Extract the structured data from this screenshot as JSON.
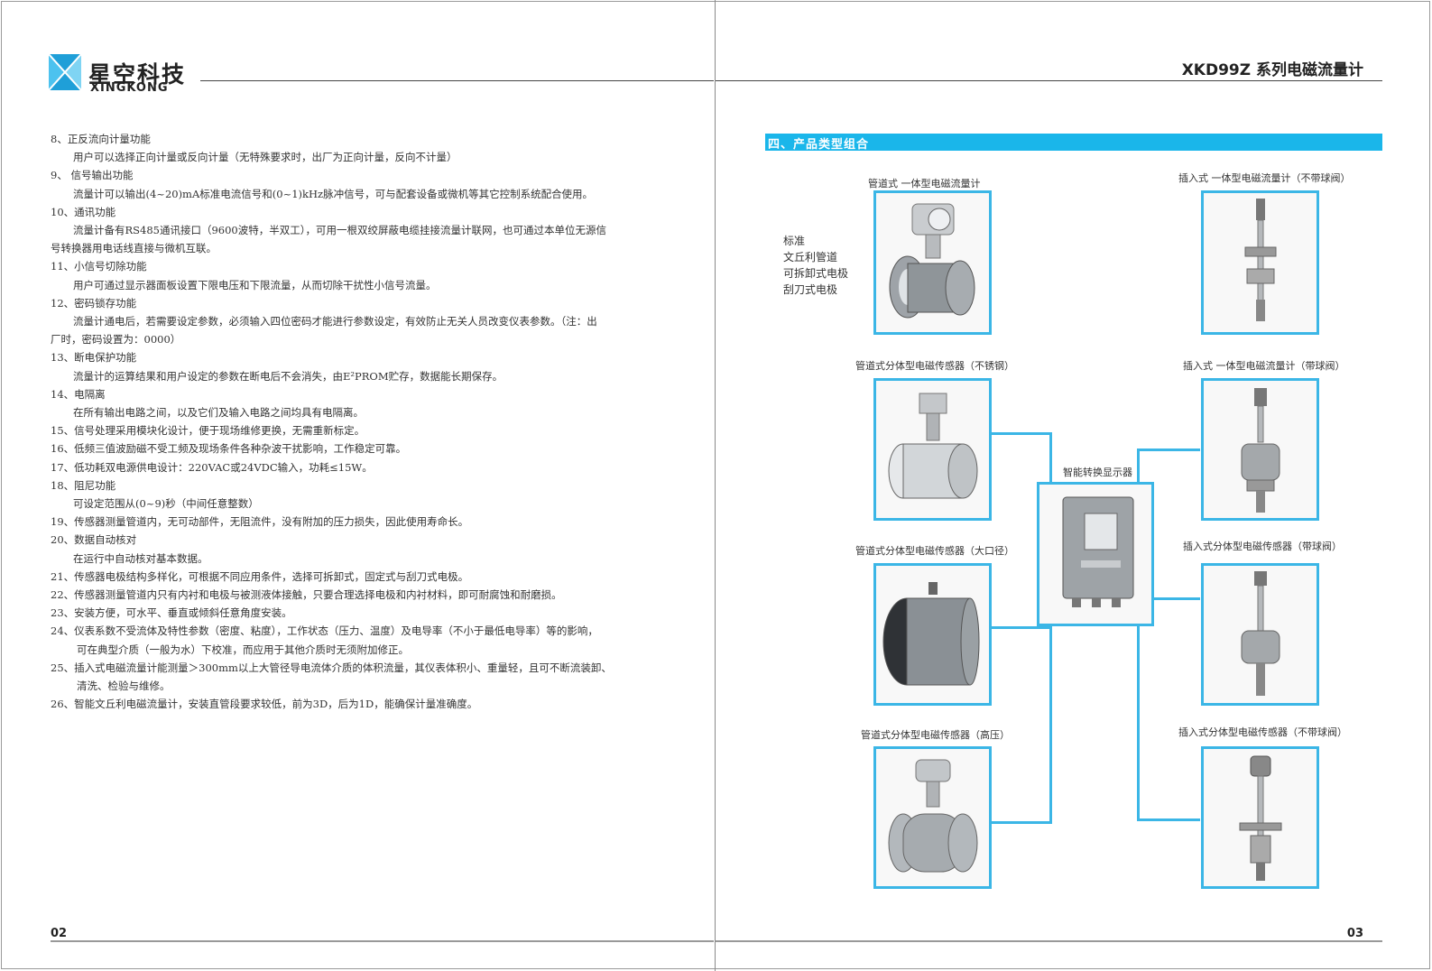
{
  "header": {
    "brand_cn": "星空科技",
    "brand_en": "XINGKONG",
    "product_title": "XKD99Z 系列电磁流量计"
  },
  "left_page": {
    "lines": [
      {
        "text": "8、正反流向计量功能",
        "indent": false
      },
      {
        "text": "用户可以选择正向计量或反向计量（无特殊要求时，出厂为正向计量，反向不计量）",
        "indent": true
      },
      {
        "text": "9、  信号输出功能",
        "indent": false
      },
      {
        "text": "流量计可以输出(4~20)mA标准电流信号和(0~1)kHz脉冲信号，可与配套设备或微机等其它控制系统配合使用。",
        "indent": true
      },
      {
        "text": "10、通讯功能",
        "indent": false
      },
      {
        "text": "流量计备有RS485通讯接口（9600波特，半双工），可用一根双绞屏蔽电缆挂接流量计联网，也可通过本单位无源信",
        "indent": true
      },
      {
        "text": "号转换器用电话线直接与微机互联。",
        "indent": false
      },
      {
        "text": "11、小信号切除功能",
        "indent": false
      },
      {
        "text": "用户可通过显示器面板设置下限电压和下限流量，从而切除干扰性小信号流量。",
        "indent": true
      },
      {
        "text": "12、密码锁存功能",
        "indent": false
      },
      {
        "text": "流量计通电后，若需要设定参数，必须输入四位密码才能进行参数设定，有效防止无关人员改变仪表参数。（注：出",
        "indent": true
      },
      {
        "text": "厂时，密码设置为：0000）",
        "indent": false
      },
      {
        "text": "13、断电保护功能",
        "indent": false
      },
      {
        "text": "流量计的运算结果和用户设定的参数在断电后不会消失，由E²PROM贮存，数据能长期保存。",
        "indent": true
      },
      {
        "text": "14、电隔离",
        "indent": false
      },
      {
        "text": "在所有输出电路之间，以及它们及输入电路之间均具有电隔离。",
        "indent": true
      },
      {
        "text": "15、信号处理采用模块化设计，便于现场维修更换，无需重新标定。",
        "indent": false
      },
      {
        "text": "16、低频三值波励磁不受工频及现场条件各种杂波干扰影响，工作稳定可靠。",
        "indent": false
      },
      {
        "text": "17、低功耗双电源供电设计：220VAC或24VDC输入，功耗≤15W。",
        "indent": false
      },
      {
        "text": "18、阻尼功能",
        "indent": false
      },
      {
        "text": "可设定范围从(0~9)秒（中间任意整数）",
        "indent": true
      },
      {
        "text": "19、传感器测量管道内，无可动部件，无阻流件，没有附加的压力损失，因此使用寿命长。",
        "indent": false
      },
      {
        "text": "20、数据自动核对",
        "indent": false
      },
      {
        "text": "在运行中自动核对基本数据。",
        "indent": true
      },
      {
        "text": "21、传感器电极结构多样化，可根据不同应用条件，选择可拆卸式，固定式与刮刀式电极。",
        "indent": false
      },
      {
        "text": "22、传感器测量管道内只有内衬和电极与被测液体接触，只要合理选择电极和内衬材料，即可耐腐蚀和耐磨损。",
        "indent": false
      },
      {
        "text": "23、安装方便，可水平、垂直或倾斜任意角度安装。",
        "indent": false
      },
      {
        "text": "24、仪表系数不受流体及特性参数（密度、粘度），工作状态（压力、温度）及电导率（不小于最低电导率）等的影响，",
        "indent": false
      },
      {
        "text": "可在典型介质（一般为水）下校准，而应用于其他介质时无须附加修正。",
        "indent": "ind2"
      },
      {
        "text": "25、插入式电磁流量计能测量＞300mm以上大管径导电流体介质的体积流量，其仪表体积小、重量轻，且可不断流装卸、",
        "indent": false
      },
      {
        "text": "清洗、检验与维修。",
        "indent": "ind2"
      },
      {
        "text": "26、智能文丘利电磁流量计，安装直管段要求较低，前为3D，后为1D，能确保计量准确度。",
        "indent": false
      }
    ],
    "page_number": "02"
  },
  "right_page": {
    "section_title": "四、产品类型组合",
    "legend": [
      "标准",
      "文丘利管道",
      "可拆卸式电极",
      "刮刀式电极"
    ],
    "products": {
      "pipe_integral": "管道式 一体型电磁流量计",
      "insert_integral_no_valve": "插入式 一体型电磁流量计（不带球阀）",
      "pipe_split_stainless": "管道式分体型电磁传感器（不锈钢）",
      "insert_integral_valve": "插入式 一体型电磁流量计（带球阀）",
      "converter": "智能转换显示器",
      "pipe_split_large": "管道式分体型电磁传感器（大口径）",
      "insert_split_valve": "插入式分体型电磁传感器（带球阀）",
      "pipe_split_high_pressure": "管道式分体型电磁传感器（高压）",
      "insert_split_no_valve": "插入式分体型电磁传感器（不带球阀）"
    },
    "page_number": "03"
  },
  "colors": {
    "accent": "#1ab6ea",
    "box_border": "#3bb6e6",
    "text": "#333333"
  }
}
